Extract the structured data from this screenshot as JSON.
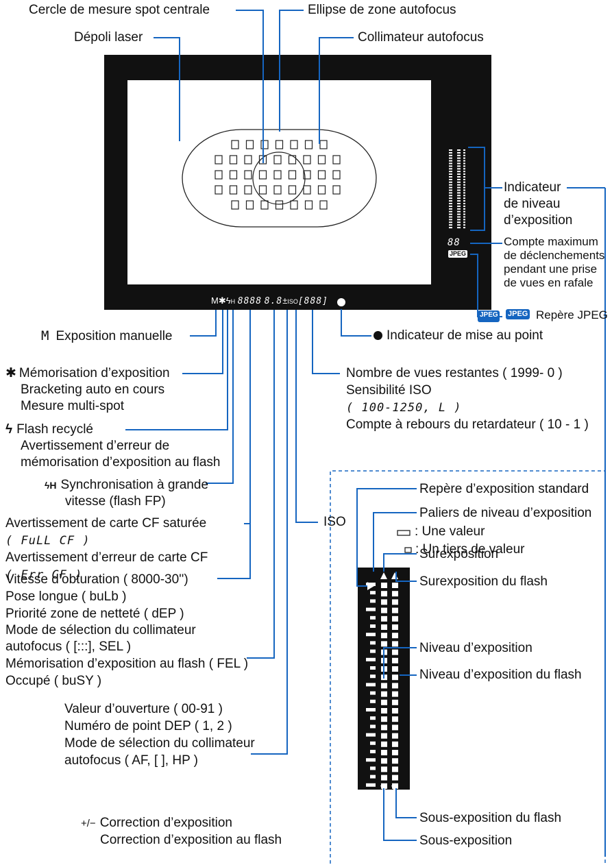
{
  "colors": {
    "leader": "#1565c0",
    "viewfinder": "#111111",
    "screen": "#ffffff",
    "dashed": "#1565c0"
  },
  "top": {
    "spot_circle": "Cercle de mesure spot centrale",
    "af_ellipse": "Ellipse de zone autofocus",
    "matte": "Dépoli laser",
    "af_point": "Collimateur autofocus"
  },
  "right": {
    "exposure_indicator_1": "Indicateur",
    "exposure_indicator_2": "de niveau",
    "exposure_indicator_3": "d’exposition",
    "max_burst_1": "Compte maximum",
    "max_burst_2": "de déclenchements",
    "max_burst_3": "pendant une prise",
    "max_burst_4": "de vues en rafale",
    "jpeg_badge": "JPEG",
    "jpeg_label": "Repère JPEG",
    "focus_confirm": "Indicateur de mise au point",
    "max_burst_digits": "88"
  },
  "lcd": {
    "m_icon": "M",
    "ae_lock_icon": "✱",
    "flash_icon": "ϟ",
    "h_icon": "H",
    "shutter": "8888",
    "aperture": "8.8",
    "comp": "±",
    "iso": "ISO",
    "frames": "[888]"
  },
  "left": {
    "manual_m": "M",
    "manual": "Exposition manuelle",
    "ae_lock_icon": "✱",
    "ae_lock": "Mémorisation d’exposition",
    "bracketing": "Bracketing auto en cours",
    "multispot": "Mesure multi-spot",
    "flash_icon": "ϟ",
    "flash_ready": "Flash recyclé",
    "fel_warn_1": "Avertissement d’erreur de",
    "fel_warn_2": "mémorisation d’exposition au flash",
    "fp_icon": "ϟH",
    "fp_1": "Synchronisation à grande",
    "fp_2": "vitesse (flash FP)",
    "cf_full": "Avertissement de carte CF saturée",
    "cf_full_code": "( FuLL  CF )",
    "cf_err": "Avertissement d’erreur de carte CF",
    "cf_err_code": "( Err  CF )",
    "shutter": "Vitesse d’obturation ( 8000-30'')",
    "bulb": "Pose longue ( buLb )",
    "dep": "Priorité zone de netteté ( dEP )",
    "af_mode_1": "Mode de sélection du collimateur",
    "af_mode_2": "autofocus ( [:::], SEL )",
    "fel": "Mémorisation d’exposition au flash  ( FEL )",
    "busy": "Occupé ( buSY )",
    "aperture": "Valeur d’ouverture ( 00-91 )",
    "dep_point": "Numéro de point DEP ( 1, 2 )",
    "af_mode2_1": "Mode de sélection du collimateur",
    "af_mode2_2": "autofocus  ( AF, [ ], HP )",
    "comp_icon": "+/−",
    "comp": "Correction d’exposition",
    "flash_comp": "Correction d’exposition au flash"
  },
  "middle": {
    "frames": "Nombre de vues restantes ( 1999- 0 )",
    "iso_sens": "Sensibilité ISO",
    "iso_range": "( 100-1250, L )",
    "self_timer": "Compte à rebours du retardateur ( 10 - 1 )",
    "iso": "ISO"
  },
  "scale": {
    "standard": "Repère d’exposition standard",
    "steps": "Paliers de niveau d’exposition",
    "one_stop": ": Une valeur",
    "third_stop": ": Un tiers de valeur",
    "over": "Surexposition",
    "flash_over": "Surexposition du flash",
    "level": "Niveau d’exposition",
    "flash_level": "Niveau d’exposition du flash",
    "flash_under": "Sous-exposition du flash",
    "under": "Sous-exposition"
  }
}
